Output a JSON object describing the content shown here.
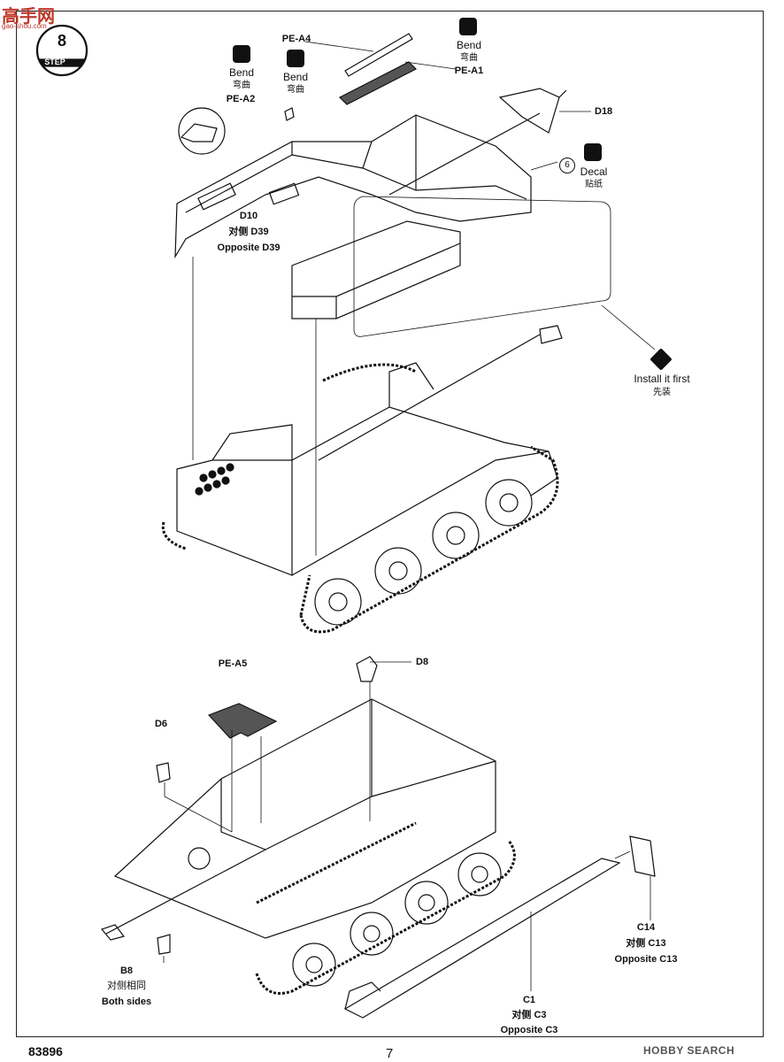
{
  "watermark_top": {
    "text": "高手网",
    "url": "gao-shou.com"
  },
  "step": {
    "number": "8",
    "label": "STEP"
  },
  "labels": {
    "pe_a4": "PE-A4",
    "pe_a1": "PE-A1",
    "pe_a2": "PE-A2",
    "pe_a5": "PE-A5",
    "d18": "D18",
    "d10": "D10",
    "d10_opp_cn": "对侧 D39",
    "d10_opp_en": "Opposite D39",
    "d8": "D8",
    "d6": "D6",
    "b8": "B8",
    "b8_cn": "对侧相同",
    "b8_en": "Both sides",
    "c1": "C1",
    "c1_cn": "对侧 C3",
    "c1_en": "Opposite C3",
    "c14": "C14",
    "c14_cn": "对侧 C13",
    "c14_en": "Opposite C13"
  },
  "callouts": {
    "bend_en": "Bend",
    "bend_cn": "弯曲",
    "decal_num": "6",
    "decal_en": "Decal",
    "decal_cn": "贴纸",
    "install_en": "Install it first",
    "install_cn": "先装"
  },
  "footer": {
    "code": "83896",
    "page": "7",
    "watermark": "HOBBY SEARCH"
  }
}
